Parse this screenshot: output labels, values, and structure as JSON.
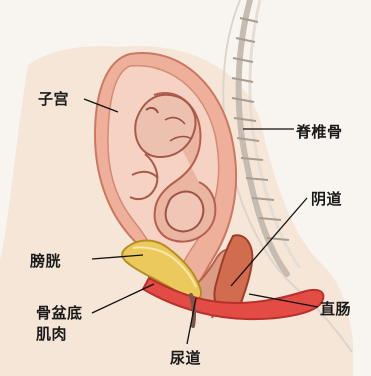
{
  "labels": {
    "uterus": "子宫",
    "spine": "脊椎骨",
    "vagina": "阴道",
    "bladder": "膀胱",
    "pelvic_muscle": "骨盆底肌肉",
    "urethra": "尿道",
    "rectum": "直肠"
  },
  "colors": {
    "background": "#f8f5f1",
    "skin": "#f3dccb",
    "uterus_wall": "#e79b7e",
    "fetus": "#e8b7a1",
    "bladder": "#e7c84f",
    "rectum": "#c55c3f",
    "muscle": "#e24c44",
    "spine": "#d8d2cb",
    "leader_line": "#111111"
  }
}
